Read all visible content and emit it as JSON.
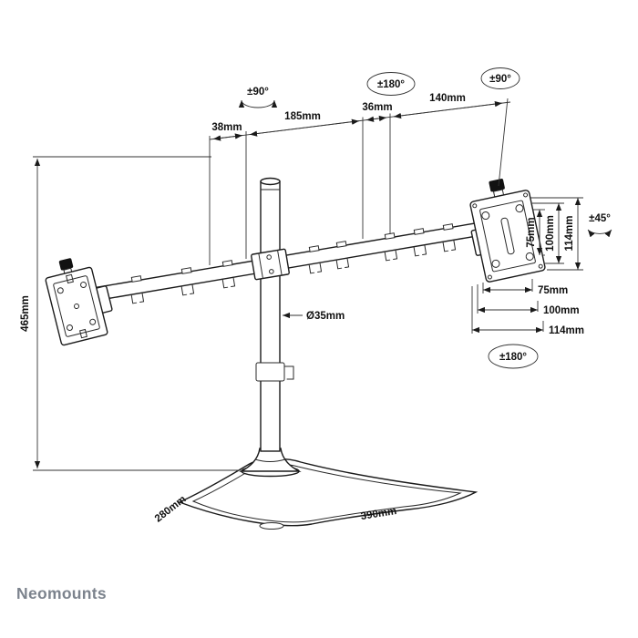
{
  "brand": {
    "logo": "Neomounts"
  },
  "angles": {
    "pole": "±90°",
    "arm": "±180°",
    "vesa_top": "±90°",
    "vesa_tilt": "±45°",
    "vesa_swivel": "±180°"
  },
  "dims": {
    "top": [
      "38mm",
      "185mm",
      "36mm",
      "140mm"
    ],
    "height": "465mm",
    "pole_diameter": "Ø35mm",
    "vesa_v": [
      "75mm",
      "100mm",
      "114mm"
    ],
    "vesa_h": [
      "75mm",
      "100mm",
      "114mm"
    ],
    "base_depth": "280mm",
    "base_width": "390mm"
  }
}
